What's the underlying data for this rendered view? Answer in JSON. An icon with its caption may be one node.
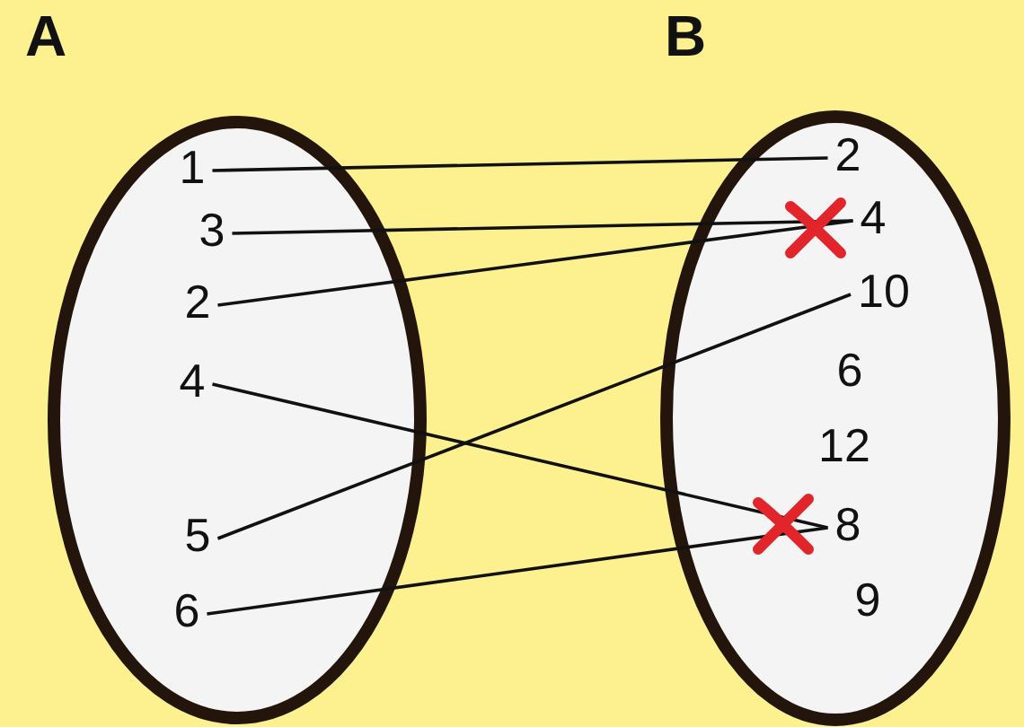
{
  "diagram": {
    "nodes": [
      {
        "text": [
          "A"
        ]
      },
      {
        "text": [
          "1"
        ],
        "in": 0
      },
      {
        "text": [
          "3"
        ],
        "in": 0
      },
      {
        "text": [
          "2"
        ],
        "in": 0
      },
      {
        "text": [
          "4"
        ],
        "in": 0
      },
      {
        "text": [
          "5"
        ],
        "in": 0
      },
      {
        "text": [
          "6"
        ],
        "in": 0
      },
      {
        "text": [
          "B"
        ]
      },
      {
        "text": [
          "2"
        ],
        "in": 7
      },
      {
        "text": [
          "4"
        ],
        "in": 7
      },
      {
        "text": [
          "10"
        ],
        "in": 7
      },
      {
        "text": [
          "6"
        ],
        "in": 7
      },
      {
        "text": [
          "12"
        ],
        "in": 7
      },
      {
        "text": [
          "8"
        ],
        "in": 7
      },
      {
        "text": [
          "9"
        ],
        "in": 7
      }
    ],
    "edges": [
      {
        "from": 1,
        "to": 8,
        "arrow": "none"
      },
      {
        "from": 2,
        "to": 9,
        "arrow": "none"
      },
      {
        "from": 3,
        "to": 9,
        "arrow": "none"
      },
      {
        "from": 4,
        "to": 13,
        "arrow": "none"
      },
      {
        "from": 5,
        "to": 10,
        "arrow": "none"
      },
      {
        "from": 6,
        "to": 13,
        "arrow": "none"
      }
    ]
  }
}
